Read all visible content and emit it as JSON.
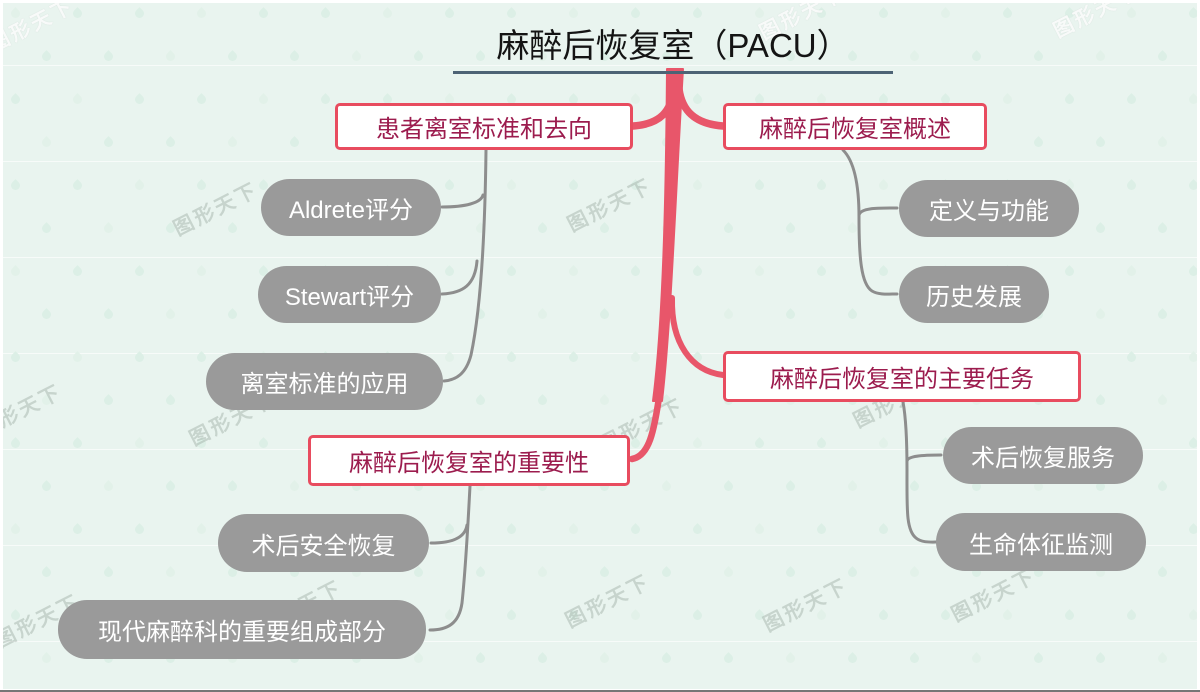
{
  "title": {
    "text": "麻醉后恢复室（PACU）"
  },
  "watermark": {
    "text": "图形天下"
  },
  "branches": {
    "left": [
      {
        "label": "患者离室标准和去向",
        "children": [
          "Aldrete评分",
          "Stewart评分",
          "离室标准的应用"
        ]
      },
      {
        "label": "麻醉后恢复室的重要性",
        "children": [
          "术后安全恢复",
          "现代麻醉科的重要组成部分"
        ]
      }
    ],
    "right": [
      {
        "label": "麻醉后恢复室概述",
        "children": [
          "定义与功能",
          "历史发展"
        ]
      },
      {
        "label": "麻醉后恢复室的主要任务",
        "children": [
          "术后恢复服务",
          "生命体征监测"
        ]
      }
    ]
  },
  "colors": {
    "canvas_background": "#e9f4ef",
    "droplet": "#dcefe6",
    "branch_line_red": "#e8566a",
    "topic_border_red": "#e84c5f",
    "topic_text_maroon": "#9c1c4e",
    "sub_topic_gray": "#9a9a9a",
    "connector_gray": "#8d8d8d",
    "title_underline": "#4d6375"
  }
}
